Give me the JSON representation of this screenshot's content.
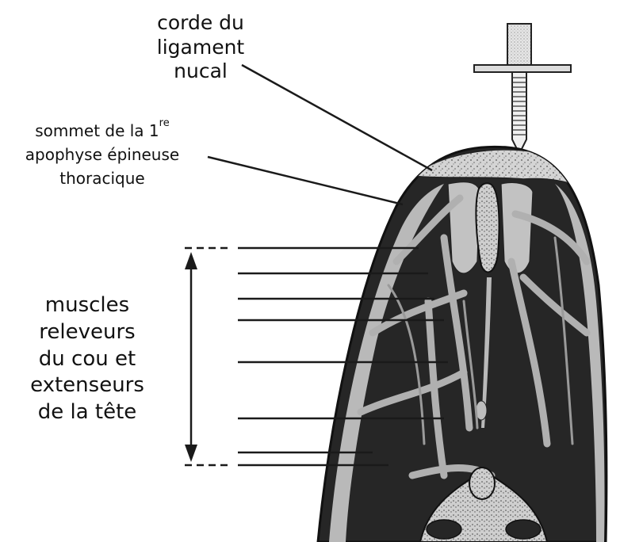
{
  "labels": {
    "corde": [
      "corde du",
      "ligament",
      "nucal"
    ],
    "sommet_prefix": "sommet de la 1",
    "sommet_sup": "re",
    "sommet_rest": [
      "apophyse épineuse",
      "thoracique"
    ],
    "muscles": [
      "muscles",
      "releveurs",
      "du cou et",
      "extenseurs",
      "de la tête"
    ]
  },
  "colors": {
    "dark_tissue": "#262626",
    "light_tissue": "#b9b9b9",
    "ligament": "#d0d0d0",
    "line": "#1a1a1a"
  }
}
